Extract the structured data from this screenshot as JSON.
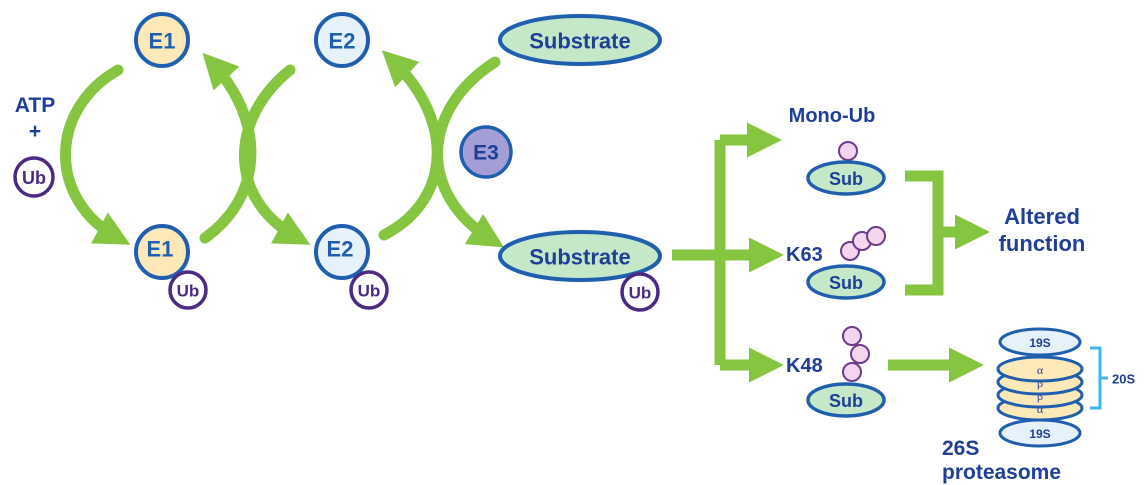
{
  "cycle": {
    "atp_label": "ATP",
    "plus_label": "+",
    "ub_label": "Ub",
    "e1_label": "E1",
    "e2_label": "E2",
    "e3_label": "E3",
    "substrate_label": "Substrate"
  },
  "outcomes": {
    "mono_ub_label": "Mono-Ub",
    "k63_label": "K63",
    "k48_label": "K48",
    "sub_label": "Sub",
    "altered_line1": "Altered",
    "altered_line2": "function"
  },
  "proteasome": {
    "cap_label": "19S",
    "alpha_label": "α",
    "beta_label": "β",
    "core_label": "20S",
    "name_line1": "26S",
    "name_line2": "proteasome"
  },
  "colors": {
    "arrow_green": "#86c540",
    "outline_blue": "#1f5fae",
    "text_navy": "#1f3f97",
    "e1_fill": "#fde8b8",
    "e2_fill": "#e6f1fb",
    "substrate_fill": "#c5e8c9",
    "e3_fill": "#a39fd6",
    "ub_outline": "#4b2a83",
    "chain_fill": "#f3d6ee",
    "chain_outline": "#6b3b8c",
    "bracket_blue": "#3fb6ea"
  }
}
